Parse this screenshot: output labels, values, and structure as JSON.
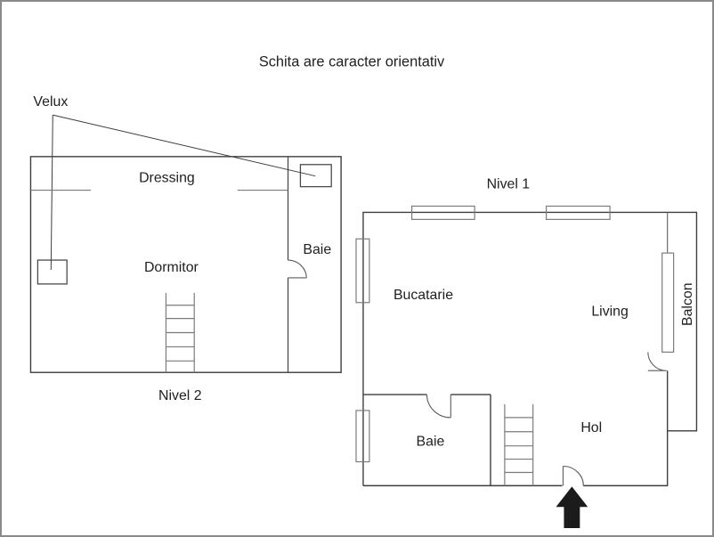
{
  "title": "Schita are caracter orientativ",
  "colors": {
    "wall_dark": "#3d3d3d",
    "wall_mid": "#4a4a4a",
    "wall_light": "#7b7b7b",
    "door": "#5c5c5c",
    "text": "#1f1f1f",
    "arrow": "#1b1b1b",
    "frame": "#8a8a8a",
    "background": "#ffffff"
  },
  "level1": {
    "name": "Nivel 1",
    "rooms": {
      "bucatarie": "Bucatarie",
      "living": "Living",
      "balcon": "Balcon",
      "hol": "Hol",
      "baie": "Baie"
    }
  },
  "level2": {
    "name": "Nivel 2",
    "annotation": "Velux",
    "rooms": {
      "dressing": "Dressing",
      "dormitor": "Dormitor",
      "baie": "Baie"
    }
  }
}
